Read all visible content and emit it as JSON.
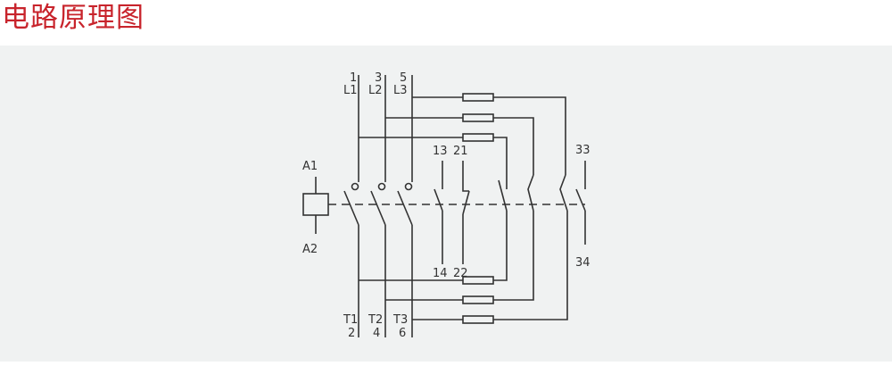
{
  "title": "电路原理图",
  "colors": {
    "title": "#c8242c",
    "panel": "#f0f2f2",
    "line": "#333333"
  },
  "diagram": {
    "coil": {
      "top_label": "A1",
      "bottom_label": "A2"
    },
    "main_poles": [
      {
        "line_num": "1",
        "line_label": "L1",
        "load_label": "T1",
        "load_num": "2"
      },
      {
        "line_num": "3",
        "line_label": "L2",
        "load_label": "T2",
        "load_num": "4"
      },
      {
        "line_num": "5",
        "line_label": "L3",
        "load_label": "T3",
        "load_num": "6"
      }
    ],
    "aux_contacts": {
      "no_top": "13",
      "nc_top": "21",
      "no_bottom": "14",
      "nc_bottom": "22",
      "extra_top": "33",
      "extra_bottom": "34"
    }
  }
}
